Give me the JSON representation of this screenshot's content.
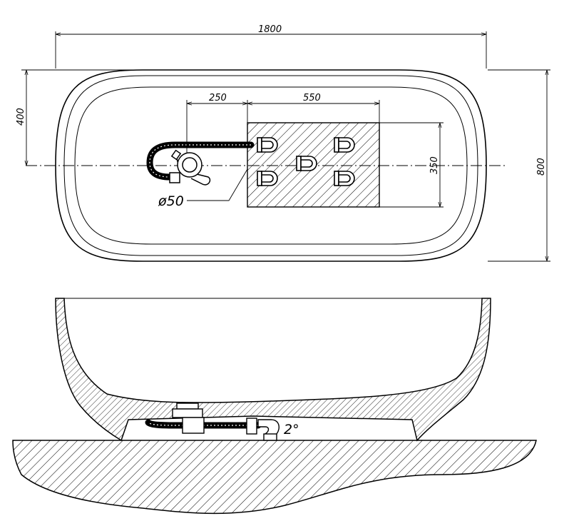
{
  "dimensions": {
    "length": "1800",
    "width": "800",
    "half_width": "400",
    "drain_offset": "250",
    "pad_length": "550",
    "pad_width": "350",
    "drain_diameter": "ø50",
    "slope": "2°"
  }
}
